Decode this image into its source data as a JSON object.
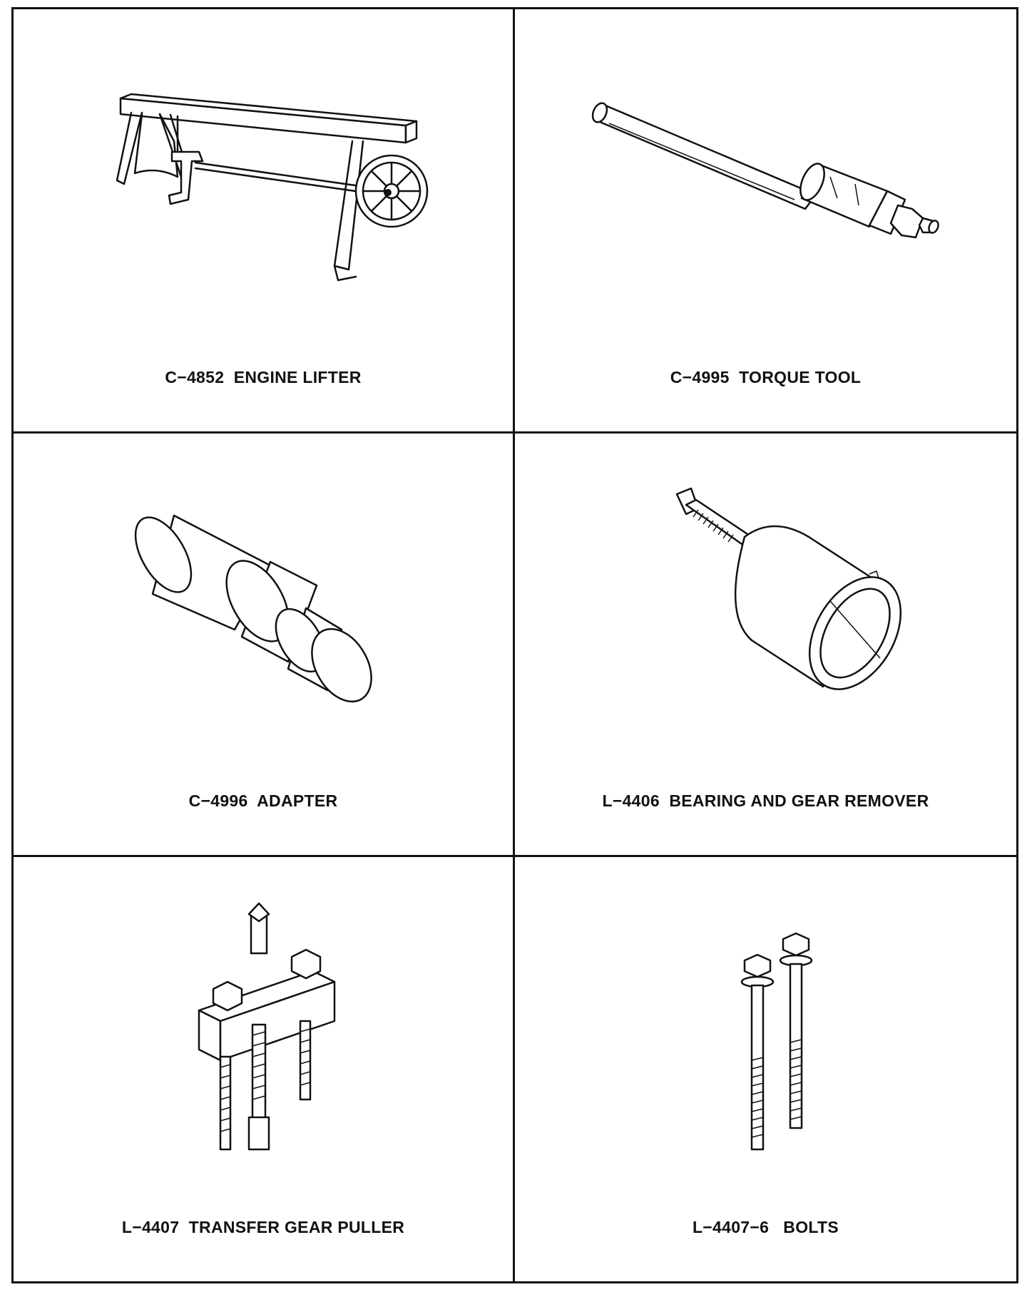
{
  "tools": [
    {
      "caption": "C−4852  ENGINE LIFTER",
      "icon": "engine-lifter-icon"
    },
    {
      "caption": "C−4995  TORQUE TOOL",
      "icon": "torque-tool-icon"
    },
    {
      "caption": "C−4996  ADAPTER",
      "icon": "adapter-icon"
    },
    {
      "caption": "L−4406  BEARING AND GEAR REMOVER",
      "icon": "bearing-gear-remover-icon"
    },
    {
      "caption": "L−4407  TRANSFER GEAR PULLER",
      "icon": "transfer-gear-puller-icon"
    },
    {
      "caption": "L−4407−6   BOLTS",
      "icon": "bolts-icon"
    }
  ]
}
